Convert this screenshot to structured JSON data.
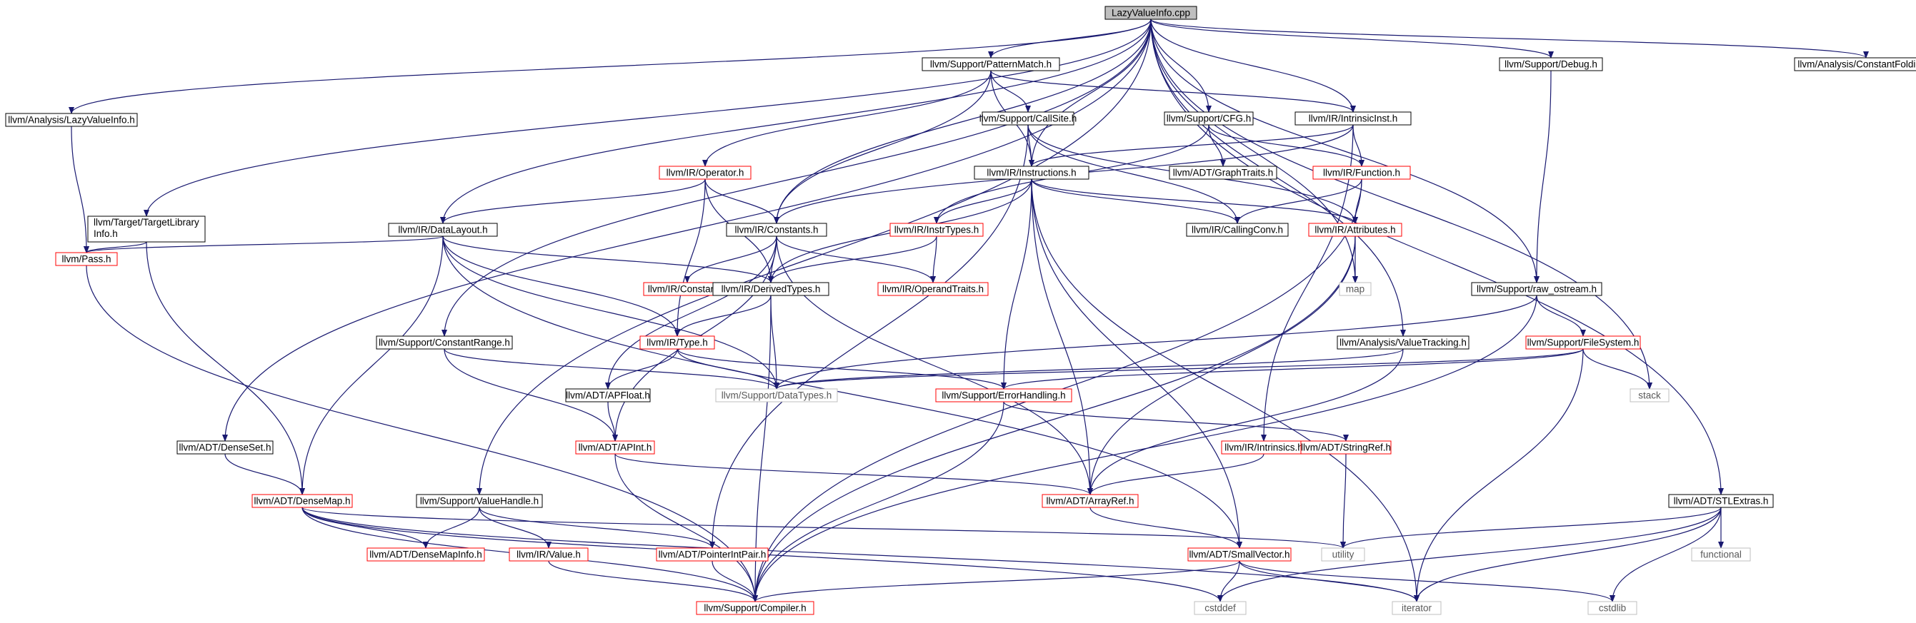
{
  "graph": {
    "nodes": [
      {
        "id": "root",
        "label": "LazyValueInfo.cpp",
        "style": "root"
      },
      {
        "id": "patternmatch",
        "label": "llvm/Support/PatternMatch.h",
        "style": "normal"
      },
      {
        "id": "debug",
        "label": "llvm/Support/Debug.h",
        "style": "normal"
      },
      {
        "id": "constfold",
        "label": "llvm/Analysis/ConstantFolding.h",
        "style": "normal"
      },
      {
        "id": "lazyvi",
        "label": "llvm/Analysis/LazyValueInfo.h",
        "style": "normal"
      },
      {
        "id": "callsite",
        "label": "llvm/Support/CallSite.h",
        "style": "normal"
      },
      {
        "id": "cfg",
        "label": "llvm/Support/CFG.h",
        "style": "normal"
      },
      {
        "id": "intrinsicinst",
        "label": "llvm/IR/IntrinsicInst.h",
        "style": "normal"
      },
      {
        "id": "operator",
        "label": "llvm/IR/Operator.h",
        "style": "red"
      },
      {
        "id": "instructions",
        "label": "llvm/IR/Instructions.h",
        "style": "normal"
      },
      {
        "id": "function",
        "label": "llvm/IR/Function.h",
        "style": "red"
      },
      {
        "id": "graphtraits",
        "label": "llvm/ADT/GraphTraits.h",
        "style": "normal"
      },
      {
        "id": "targetlib",
        "label": "llvm/Target/TargetLibrary\nInfo.h",
        "style": "normal"
      },
      {
        "id": "datalayout",
        "label": "llvm/IR/DataLayout.h",
        "style": "normal"
      },
      {
        "id": "constants",
        "label": "llvm/IR/Constants.h",
        "style": "normal"
      },
      {
        "id": "instrtypes",
        "label": "llvm/IR/InstrTypes.h",
        "style": "red"
      },
      {
        "id": "callingconv",
        "label": "llvm/IR/CallingConv.h",
        "style": "normal"
      },
      {
        "id": "attributes",
        "label": "llvm/IR/Attributes.h",
        "style": "red"
      },
      {
        "id": "pass",
        "label": "llvm/Pass.h",
        "style": "red"
      },
      {
        "id": "constant",
        "label": "llvm/IR/Constant.h",
        "style": "red"
      },
      {
        "id": "derivedtypes",
        "label": "llvm/IR/DerivedTypes.h",
        "style": "normal"
      },
      {
        "id": "operandtraits",
        "label": "llvm/IR/OperandTraits.h",
        "style": "red"
      },
      {
        "id": "map",
        "label": "map",
        "style": "gray"
      },
      {
        "id": "rawostream",
        "label": "llvm/Support/raw_ostream.h",
        "style": "normal"
      },
      {
        "id": "constrange",
        "label": "llvm/Support/ConstantRange.h",
        "style": "normal"
      },
      {
        "id": "type",
        "label": "llvm/IR/Type.h",
        "style": "red"
      },
      {
        "id": "valuetracking",
        "label": "llvm/Analysis/ValueTracking.h",
        "style": "normal"
      },
      {
        "id": "filesystem",
        "label": "llvm/Support/FileSystem.h",
        "style": "red"
      },
      {
        "id": "datatypes",
        "label": "llvm/Support/DataTypes.h",
        "style": "gray"
      },
      {
        "id": "apfloat",
        "label": "llvm/ADT/APFloat.h",
        "style": "normal"
      },
      {
        "id": "errorhandling",
        "label": "llvm/Support/ErrorHandling.h",
        "style": "red"
      },
      {
        "id": "stack",
        "label": "stack",
        "style": "gray"
      },
      {
        "id": "denseset",
        "label": "llvm/ADT/DenseSet.h",
        "style": "normal"
      },
      {
        "id": "apint",
        "label": "llvm/ADT/APInt.h",
        "style": "red"
      },
      {
        "id": "intrinsics",
        "label": "llvm/IR/Intrinsics.h",
        "style": "red"
      },
      {
        "id": "stringref",
        "label": "llvm/ADT/StringRef.h",
        "style": "red"
      },
      {
        "id": "densemap",
        "label": "llvm/ADT/DenseMap.h",
        "style": "red"
      },
      {
        "id": "valuehandle",
        "label": "llvm/Support/ValueHandle.h",
        "style": "normal"
      },
      {
        "id": "arrayref",
        "label": "llvm/ADT/ArrayRef.h",
        "style": "red"
      },
      {
        "id": "stlextras",
        "label": "llvm/ADT/STLExtras.h",
        "style": "normal"
      },
      {
        "id": "densemapinfo",
        "label": "llvm/ADT/DenseMapInfo.h",
        "style": "red"
      },
      {
        "id": "value",
        "label": "llvm/IR/Value.h",
        "style": "red"
      },
      {
        "id": "pointerintpair",
        "label": "llvm/ADT/PointerIntPair.h",
        "style": "red"
      },
      {
        "id": "smallvector",
        "label": "llvm/ADT/SmallVector.h",
        "style": "red"
      },
      {
        "id": "utility",
        "label": "utility",
        "style": "gray"
      },
      {
        "id": "functional",
        "label": "functional",
        "style": "gray"
      },
      {
        "id": "compiler",
        "label": "llvm/Support/Compiler.h",
        "style": "red"
      },
      {
        "id": "cstddef",
        "label": "cstddef",
        "style": "gray"
      },
      {
        "id": "iterator",
        "label": "iterator",
        "style": "gray"
      },
      {
        "id": "cstdlib",
        "label": "cstdlib",
        "style": "gray"
      }
    ],
    "edges": [
      [
        "root",
        "patternmatch"
      ],
      [
        "root",
        "debug"
      ],
      [
        "root",
        "constfold"
      ],
      [
        "root",
        "lazyvi"
      ],
      [
        "root",
        "cfg"
      ],
      [
        "root",
        "intrinsicinst"
      ],
      [
        "root",
        "instructions"
      ],
      [
        "root",
        "constants"
      ],
      [
        "root",
        "datalayout"
      ],
      [
        "root",
        "targetlib"
      ],
      [
        "root",
        "constrange"
      ],
      [
        "root",
        "denseset"
      ],
      [
        "root",
        "valuehandle"
      ],
      [
        "root",
        "rawostream"
      ],
      [
        "root",
        "valuetracking"
      ],
      [
        "root",
        "stack"
      ],
      [
        "root",
        "map"
      ],
      [
        "root",
        "stlextras"
      ],
      [
        "patternmatch",
        "callsite"
      ],
      [
        "patternmatch",
        "intrinsicinst"
      ],
      [
        "patternmatch",
        "operator"
      ],
      [
        "patternmatch",
        "instructions"
      ],
      [
        "patternmatch",
        "constants"
      ],
      [
        "debug",
        "rawostream"
      ],
      [
        "lazyvi",
        "pass"
      ],
      [
        "callsite",
        "instructions"
      ],
      [
        "callsite",
        "callingconv"
      ],
      [
        "callsite",
        "attributes"
      ],
      [
        "callsite",
        "pointerintpair"
      ],
      [
        "cfg",
        "function"
      ],
      [
        "cfg",
        "graphtraits"
      ],
      [
        "cfg",
        "instrtypes"
      ],
      [
        "intrinsicinst",
        "instructions"
      ],
      [
        "intrinsicinst",
        "function"
      ],
      [
        "intrinsicinst",
        "constants"
      ],
      [
        "intrinsicinst",
        "intrinsics"
      ],
      [
        "operator",
        "datalayout"
      ],
      [
        "operator",
        "constants"
      ],
      [
        "operator",
        "derivedtypes"
      ],
      [
        "operator",
        "type"
      ],
      [
        "instructions",
        "instrtypes"
      ],
      [
        "instructions",
        "attributes"
      ],
      [
        "instructions",
        "callingconv"
      ],
      [
        "instructions",
        "derivedtypes"
      ],
      [
        "instructions",
        "errorhandling"
      ],
      [
        "instructions",
        "arrayref"
      ],
      [
        "instructions",
        "smallvector"
      ],
      [
        "instructions",
        "iterator"
      ],
      [
        "function",
        "callingconv"
      ],
      [
        "function",
        "attributes"
      ],
      [
        "function",
        "compiler"
      ],
      [
        "targetlib",
        "pass"
      ],
      [
        "targetlib",
        "densemap"
      ],
      [
        "datalayout",
        "pass"
      ],
      [
        "datalayout",
        "derivedtypes"
      ],
      [
        "datalayout",
        "type"
      ],
      [
        "datalayout",
        "densemap"
      ],
      [
        "datalayout",
        "datatypes"
      ],
      [
        "datalayout",
        "smallvector"
      ],
      [
        "constants",
        "constant"
      ],
      [
        "constants",
        "derivedtypes"
      ],
      [
        "constants",
        "operandtraits"
      ],
      [
        "constants",
        "apfloat"
      ],
      [
        "constants",
        "apint"
      ],
      [
        "constants",
        "arrayref"
      ],
      [
        "instrtypes",
        "derivedtypes"
      ],
      [
        "instrtypes",
        "operandtraits"
      ],
      [
        "attributes",
        "map"
      ],
      [
        "attributes",
        "arrayref"
      ],
      [
        "attributes",
        "compiler"
      ],
      [
        "pass",
        "compiler"
      ],
      [
        "derivedtypes",
        "type"
      ],
      [
        "derivedtypes",
        "datatypes"
      ],
      [
        "derivedtypes",
        "compiler"
      ],
      [
        "rawostream",
        "filesystem"
      ],
      [
        "rawostream",
        "datatypes"
      ],
      [
        "rawostream",
        "compiler"
      ],
      [
        "constrange",
        "apint"
      ],
      [
        "constrange",
        "datatypes"
      ],
      [
        "type",
        "datatypes"
      ],
      [
        "type",
        "errorhandling"
      ],
      [
        "type",
        "apfloat"
      ],
      [
        "valuetracking",
        "datatypes"
      ],
      [
        "valuetracking",
        "arrayref"
      ],
      [
        "filesystem",
        "datatypes"
      ],
      [
        "filesystem",
        "errorhandling"
      ],
      [
        "filesystem",
        "stack"
      ],
      [
        "filesystem",
        "iterator"
      ],
      [
        "apfloat",
        "apint"
      ],
      [
        "errorhandling",
        "stringref"
      ],
      [
        "errorhandling",
        "compiler"
      ],
      [
        "denseset",
        "densemap"
      ],
      [
        "apint",
        "arrayref"
      ],
      [
        "apint",
        "compiler"
      ],
      [
        "intrinsics",
        "arrayref"
      ],
      [
        "stringref",
        "utility"
      ],
      [
        "densemap",
        "densemapinfo"
      ],
      [
        "densemap",
        "utility"
      ],
      [
        "densemap",
        "compiler"
      ],
      [
        "densemap",
        "cstddef"
      ],
      [
        "densemap",
        "iterator"
      ],
      [
        "valuehandle",
        "densemapinfo"
      ],
      [
        "valuehandle",
        "value"
      ],
      [
        "valuehandle",
        "pointerintpair"
      ],
      [
        "arrayref",
        "smallvector"
      ],
      [
        "stlextras",
        "utility"
      ],
      [
        "stlextras",
        "functional"
      ],
      [
        "stlextras",
        "cstddef"
      ],
      [
        "stlextras",
        "iterator"
      ],
      [
        "stlextras",
        "cstdlib"
      ],
      [
        "value",
        "compiler"
      ],
      [
        "pointerintpair",
        "compiler"
      ],
      [
        "smallvector",
        "compiler"
      ],
      [
        "smallvector",
        "cstddef"
      ],
      [
        "smallvector",
        "iterator"
      ],
      [
        "smallvector",
        "cstdlib"
      ]
    ]
  },
  "colors": {
    "edge": "#191970",
    "normal_border": "#000000",
    "red_border": "#ff0000",
    "gray_border": "#bfbfbf",
    "root_fill": "#bfbfbf",
    "gray_text": "#5a5a5a"
  }
}
